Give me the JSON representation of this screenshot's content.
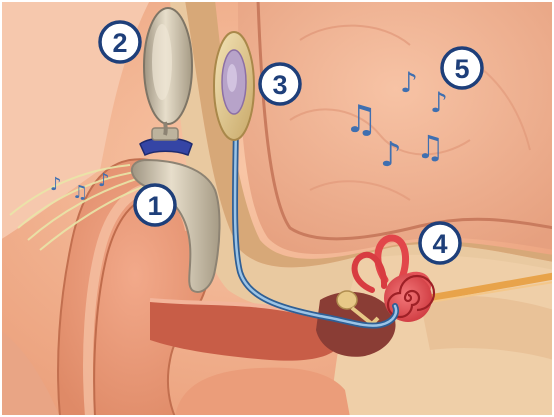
{
  "diagram": {
    "markers": [
      {
        "id": "1",
        "label": "1"
      },
      {
        "id": "2",
        "label": "2"
      },
      {
        "id": "3",
        "label": "3"
      },
      {
        "id": "4",
        "label": "4"
      },
      {
        "id": "5",
        "label": "5"
      }
    ],
    "icons": [
      "music-notes-icon",
      "sound-waves-icon"
    ],
    "colors": {
      "skin": "#f2b08e",
      "skin_dark": "#d98663",
      "skin_light": "#f8cdb3",
      "brain": "#f0b396",
      "device_silver": "#cfc3a6",
      "device_blue": "#2c3e9a",
      "wire_blue": "#6a9ed0",
      "marker_ring": "#1e3f7a",
      "note_blue": "#3f6fb0",
      "cochlea_red": "#e2464a",
      "nerve_orange": "#e8a34a"
    }
  }
}
